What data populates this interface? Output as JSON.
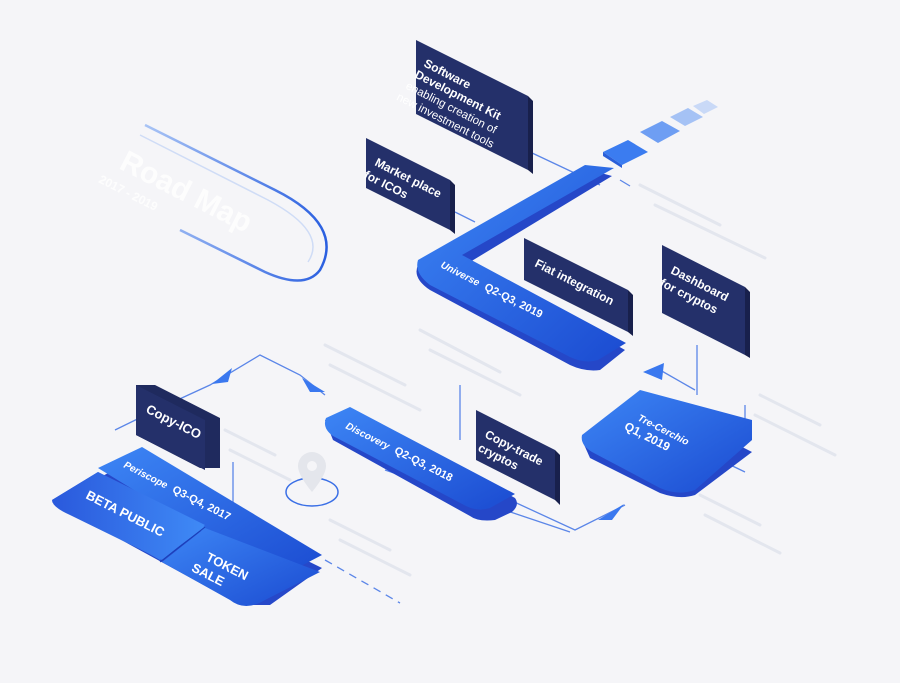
{
  "roadmap": {
    "title": "Road Map",
    "years": "2017 - 2019"
  },
  "stages": {
    "periscope": {
      "name": "Periscope",
      "period": "Q3-Q4, 2017"
    },
    "beta": {
      "label": "BETA PUBLIC"
    },
    "token": {
      "line1": "TOKEN",
      "line2": "SALE"
    },
    "discovery": {
      "name": "Discovery",
      "period": "Q2-Q3, 2018"
    },
    "trecerchio": {
      "name": "Tre-Cerchio",
      "period": "Q1, 2019"
    },
    "universe": {
      "name": "Universe",
      "period": "Q2-Q3, 2019"
    }
  },
  "features": {
    "copy_ico": "Copy-ICO",
    "copy_trade": {
      "line1": "Copy-trade",
      "line2": "cryptos"
    },
    "dashboard": {
      "line1": "Dashboard",
      "line2": "for cryptos"
    },
    "fiat": "Fiat integration",
    "market": {
      "line1": "Market place",
      "line2": "for ICOs"
    },
    "sdk": {
      "line1": "Software",
      "line2": "Development Kit",
      "line3": "enabling creation of",
      "line4": "new investment tools"
    }
  },
  "colors": {
    "background": "#f5f5f8",
    "dark_card": "#1f2a5e",
    "blue_start": "#3a7bf2",
    "blue_end": "#1c4fd6",
    "accent": "#2f6fe8"
  }
}
